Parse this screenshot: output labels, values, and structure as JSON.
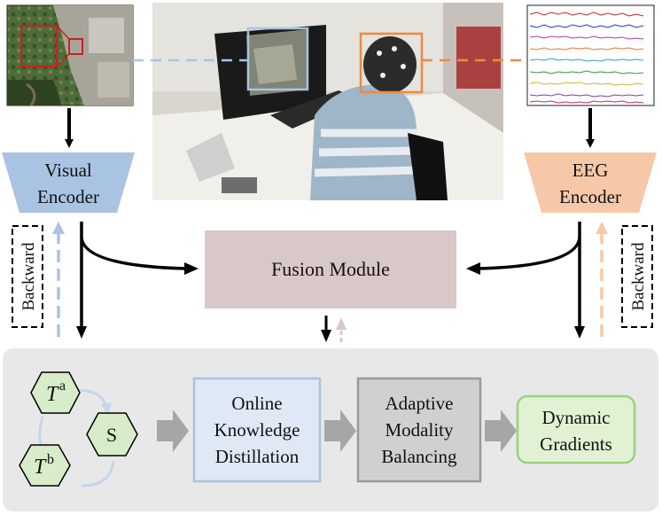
{
  "visual_encoder": {
    "line1": "Visual",
    "line2": "Encoder"
  },
  "eeg_encoder": {
    "line1": "EEG",
    "line2": "Encoder"
  },
  "backward_left": "Backward",
  "backward_right": "Backward",
  "fusion_module": "Fusion Module",
  "teacher_a": {
    "base": "T",
    "sup": "a"
  },
  "teacher_b": {
    "base": "T",
    "sup": "b"
  },
  "student": "S",
  "okd": {
    "line1": "Online",
    "line2": "Knowledge",
    "line3": "Distillation"
  },
  "amb": {
    "line1": "Adaptive",
    "line2": "Modality",
    "line3": "Balancing"
  },
  "dyn": {
    "line1": "Dynamic",
    "line2": "Gradients"
  },
  "colors": {
    "visual_blue": "#a9c3e3",
    "eeg_orange": "#f6c8a8",
    "fusion_mauve": "#d9c8c8",
    "panel_gray": "#e8e8e8",
    "hex_green": "#d7ecc9",
    "okd_fill": "#dfe8f5",
    "amb_fill": "#d0d0d0",
    "dyn_fill": "#e0f2d3"
  }
}
